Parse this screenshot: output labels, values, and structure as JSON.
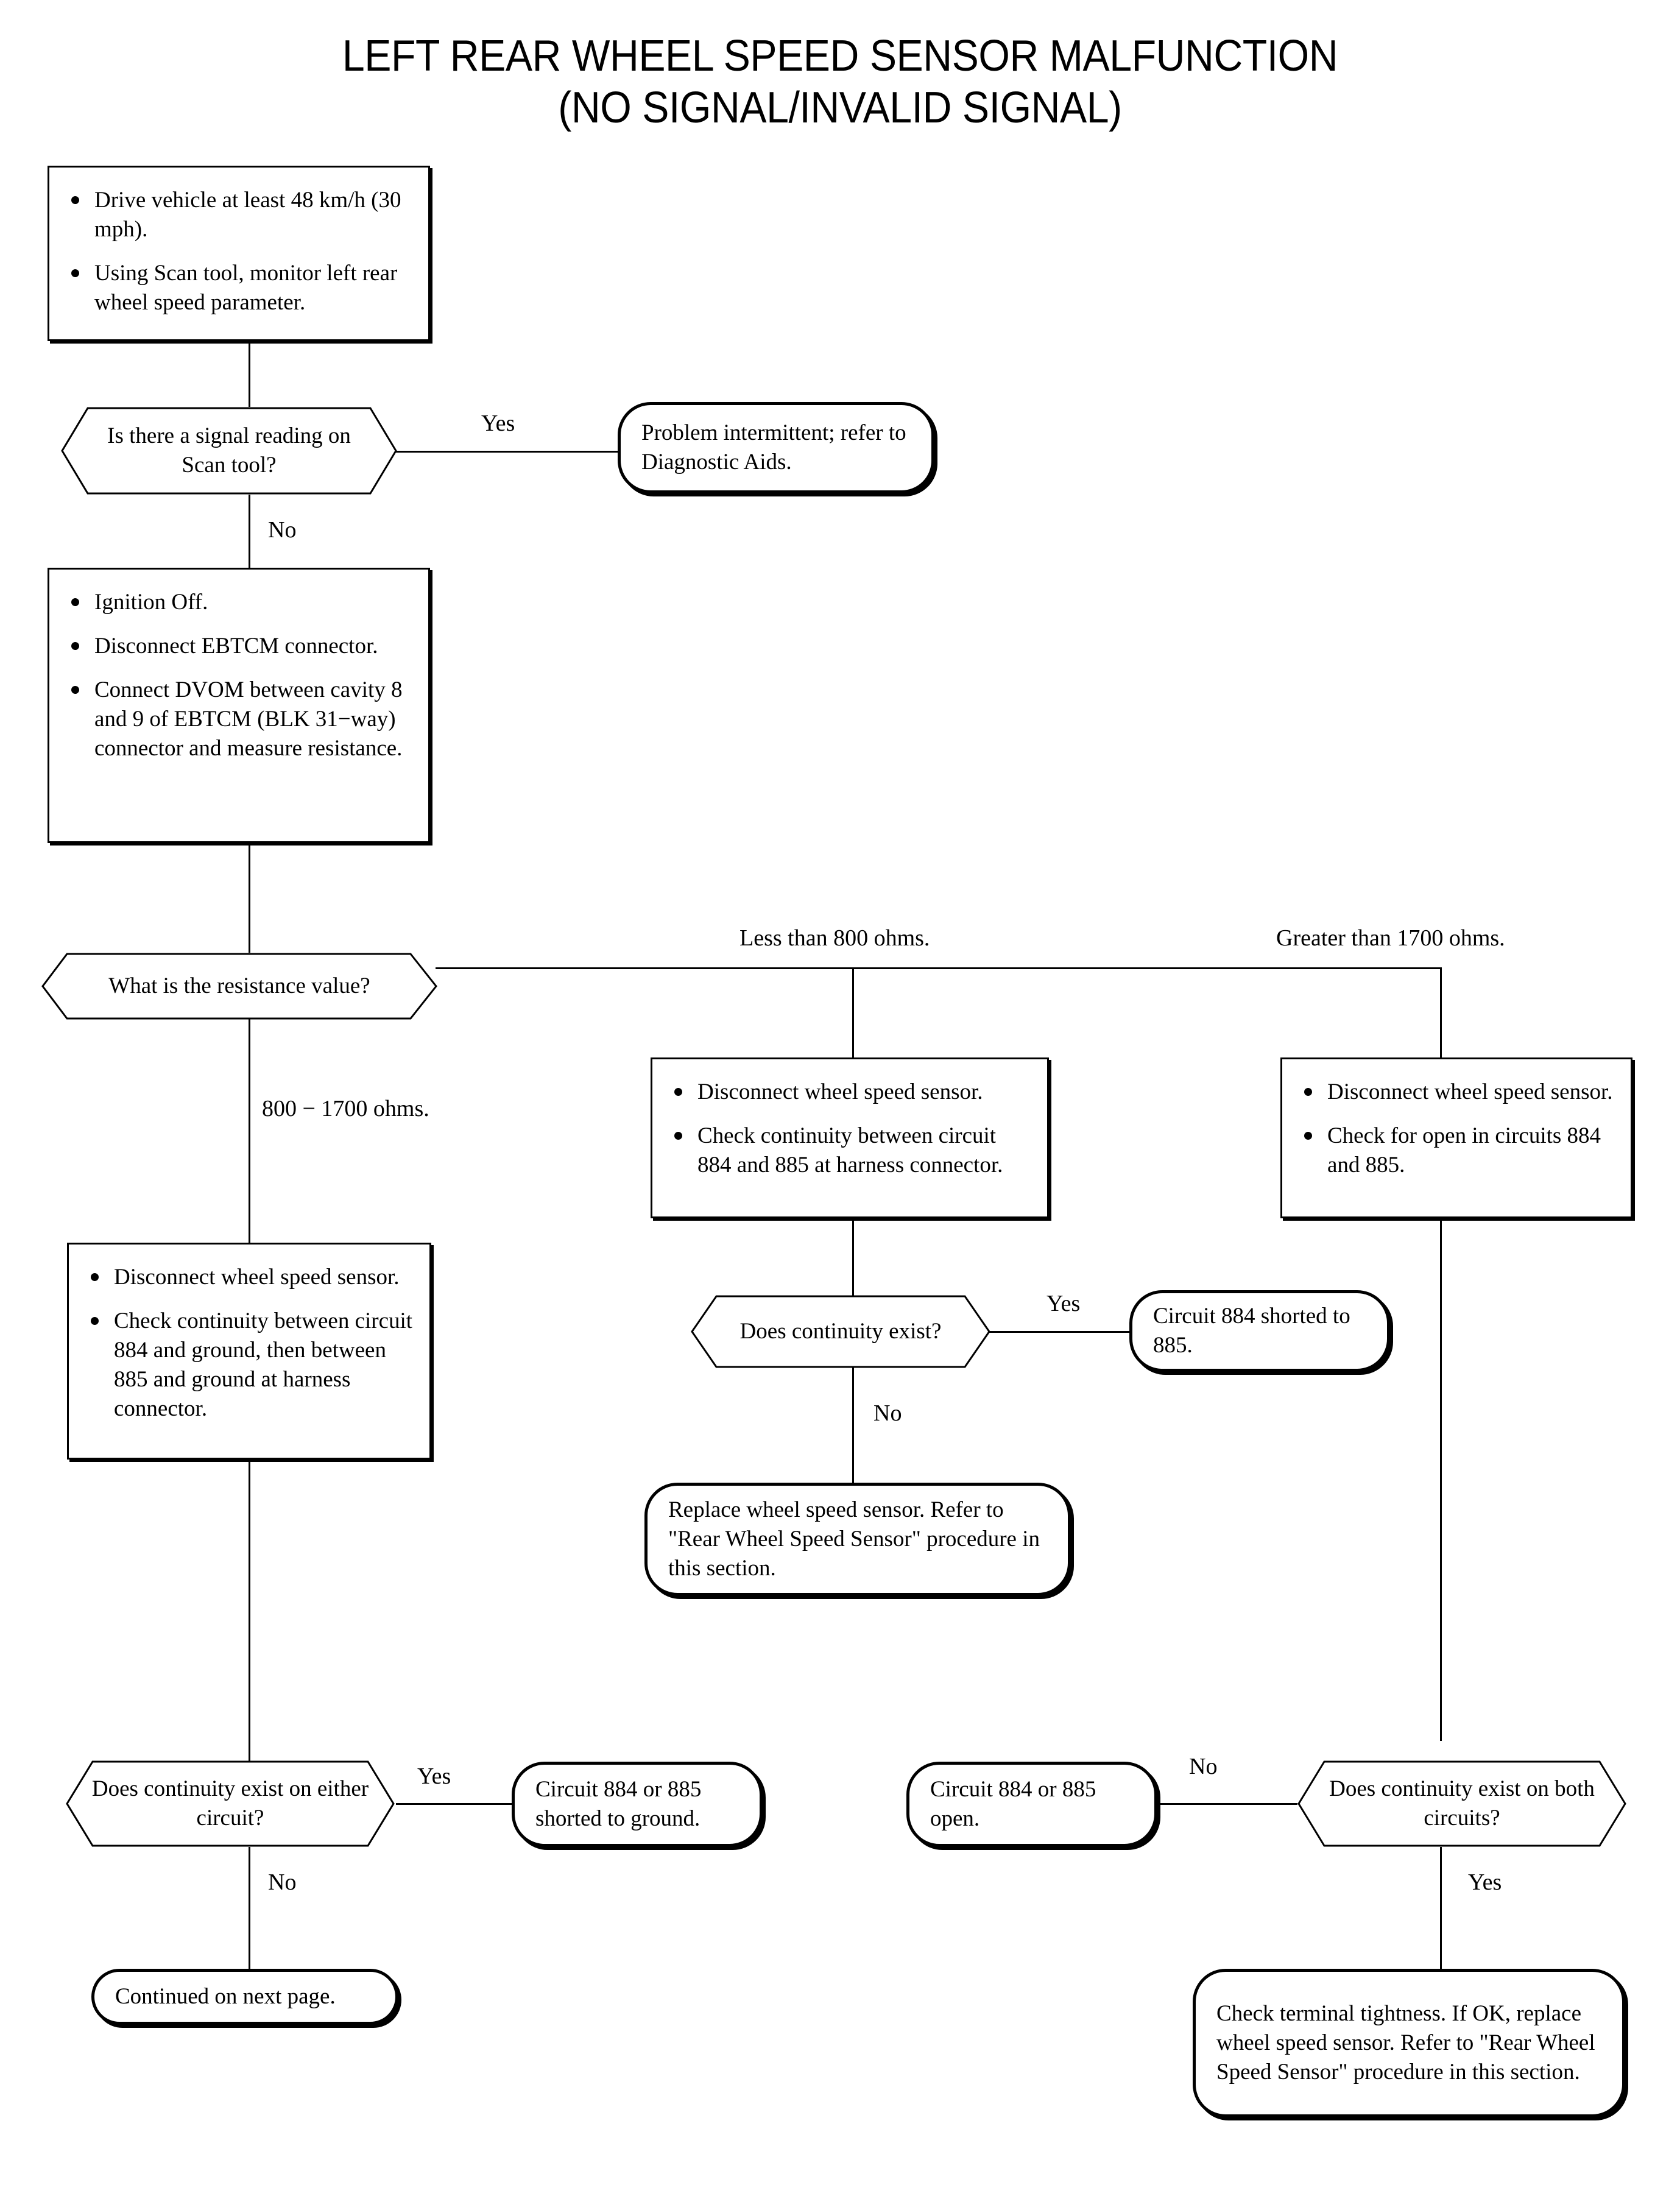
{
  "title": {
    "line1": "LEFT REAR WHEEL SPEED SENSOR MALFUNCTION",
    "line2": "(NO SIGNAL/INVALID SIGNAL)"
  },
  "nodes": {
    "start_process": {
      "type": "process",
      "bullets": [
        "Drive vehicle at least 48 km/h (30 mph).",
        "Using Scan tool, monitor left rear wheel speed parameter."
      ]
    },
    "signal_decision": {
      "type": "decision",
      "text": "Is there a signal reading on Scan tool?"
    },
    "intermittent_term": {
      "type": "terminal",
      "text": "Problem intermittent; refer to Diagnostic Aids."
    },
    "ebtcm_process": {
      "type": "process",
      "bullets": [
        "Ignition Off.",
        "Disconnect EBTCM connector.",
        "Connect DVOM between cavity 8 and 9 of EBTCM (BLK 31−way) connector and measure resistance."
      ]
    },
    "resistance_decision": {
      "type": "decision",
      "text": "What is the resistance value?"
    },
    "mid_process": {
      "type": "process",
      "bullets": [
        "Disconnect wheel speed sensor.",
        "Check continuity between circuit 884 and 885 at harness connector."
      ]
    },
    "right_process": {
      "type": "process",
      "bullets": [
        "Disconnect wheel speed sensor.",
        "Check for open in circuits 884 and 885."
      ]
    },
    "left_process": {
      "type": "process",
      "bullets": [
        "Disconnect wheel speed sensor.",
        "Check continuity between circuit 884 and ground, then between 885 and ground at harness connector."
      ]
    },
    "mid_continuity_decision": {
      "type": "decision",
      "text": "Does continuity exist?"
    },
    "shorted_885_term": {
      "type": "terminal",
      "text": "Circuit 884 shorted to 885."
    },
    "replace_sensor_term": {
      "type": "terminal",
      "text": "Replace wheel speed sensor. Refer to \"Rear Wheel Speed Sensor\" procedure in this section."
    },
    "left_continuity_decision": {
      "type": "decision",
      "text": "Does continuity exist on either circuit?"
    },
    "shorted_ground_term": {
      "type": "terminal",
      "text": "Circuit 884 or 885 shorted to ground."
    },
    "continued_term": {
      "type": "terminal",
      "text": "Continued on next page."
    },
    "right_continuity_decision": {
      "type": "decision",
      "text": "Does continuity exist on both circuits?"
    },
    "open_circuit_term": {
      "type": "terminal",
      "text": "Circuit 884 or 885 open."
    },
    "terminal_tightness_term": {
      "type": "terminal",
      "text": "Check terminal tightness. If OK, replace wheel speed sensor. Refer to \"Rear Wheel Speed Sensor\" procedure in this section."
    }
  },
  "edge_labels": {
    "signal_yes": "Yes",
    "signal_no": "No",
    "res_less": "Less than 800 ohms.",
    "res_greater": "Greater than 1700 ohms.",
    "res_range": "800 − 1700 ohms.",
    "mid_yes": "Yes",
    "mid_no": "No",
    "left_yes": "Yes",
    "left_no": "No",
    "right_no": "No",
    "right_yes": "Yes"
  },
  "colors": {
    "stroke": "#000000",
    "background": "#ffffff"
  }
}
